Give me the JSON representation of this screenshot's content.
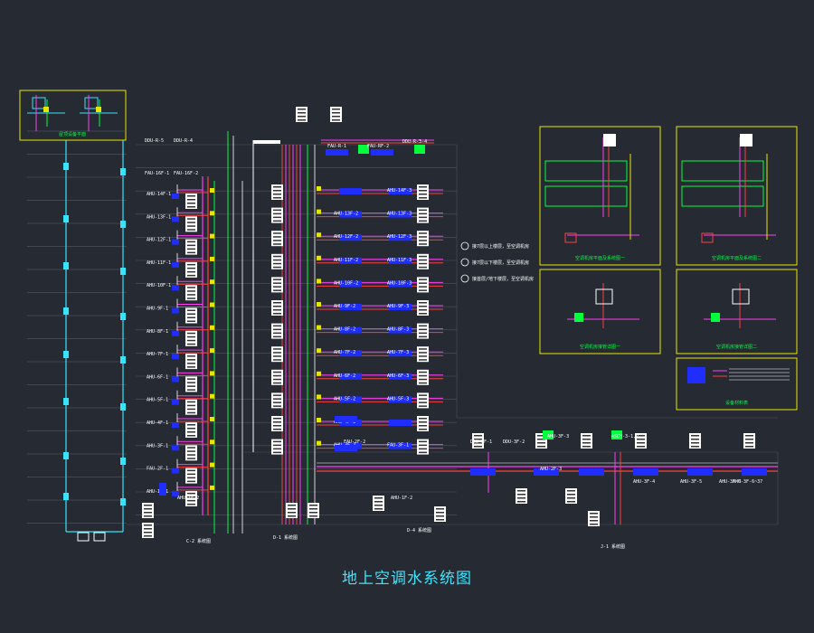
{
  "drawing_title": "地上空调水系统图",
  "colors": {
    "background": "#252a33",
    "chilled_supply": "#ff3df5",
    "chilled_return": "#ff4040",
    "condensate": "#00ff3c",
    "cyan_pipe": "#35e4ff",
    "unit_block": "#1f2dff",
    "frame": "#e6e600",
    "white": "#ffffff"
  },
  "top_labels": [
    "DDU-R-5",
    "DDU-R-4",
    "FAU-16F-1",
    "FAU-16F-2",
    "FAU-R-1",
    "FAU-RF-2",
    "DDU-R-3-4"
  ],
  "left_riser": {
    "units": [
      {
        "label": "AHU-14F-1"
      },
      {
        "label": "AHU-13F-1"
      },
      {
        "label": "AHU-12F-1"
      },
      {
        "label": "AHU-11F-1"
      },
      {
        "label": "AHU-10F-1"
      },
      {
        "label": "AHU-9F-1"
      },
      {
        "label": "AHU-8F-1"
      },
      {
        "label": "AHU-7F-1"
      },
      {
        "label": "AHU-6F-1"
      },
      {
        "label": "AHU-5F-1"
      },
      {
        "label": "AHU-4F-1"
      },
      {
        "label": "AHU-3F-1"
      },
      {
        "label": "FAU-2F-1"
      },
      {
        "label": "AHU-1F-1"
      }
    ],
    "bottom_labels": [
      "AHU-1F-2",
      "C-2 系统图"
    ]
  },
  "right_riser": {
    "units": [
      {
        "left": "",
        "right": "AHU-14F-3"
      },
      {
        "left": "AHU-13F-2",
        "right": "AHU-13F-3"
      },
      {
        "left": "AHU-12F-2",
        "right": "AHU-12F-3"
      },
      {
        "left": "AHU-11F-2",
        "right": "AHU-11F-3"
      },
      {
        "left": "AHU-10F-2",
        "right": "AHU-10F-3"
      },
      {
        "left": "AHU-9F-2",
        "right": "AHU-9F-3"
      },
      {
        "left": "AHU-8F-2",
        "right": "AHU-8F-3"
      },
      {
        "left": "AHU-7F-2",
        "right": "AHU-7F-3"
      },
      {
        "left": "AHU-6F-2",
        "right": "AHU-6F-3"
      },
      {
        "left": "AHU-5F-2",
        "right": "AHU-5F-3"
      },
      {
        "left": "AHU-4F-3",
        "right": ""
      },
      {
        "left": "AHU-3F-2",
        "right": "FAU-3F-1"
      }
    ],
    "bottom_labels": [
      "D-1 系统图",
      "D-4 系统图"
    ]
  },
  "legend": [
    "接7层以上楼层，至空调机房",
    "接7层以下楼层，至空调机房",
    "接首层/地下楼层，至空调机房"
  ],
  "bottom_run": {
    "labels": [
      "DDU-3F-1",
      "DDU-3F-2",
      "AHU-3F-3",
      "ASCH-3-1,2",
      "AHU-2F-3",
      "AHU-3F-4",
      "AHU-3F-5",
      "AHU-3F-6",
      "AHU-3F-6~37",
      "FAU-2F-2",
      "AHU-1F-2"
    ],
    "system_label": "J-1 系统图"
  },
  "detail_panels": [
    {
      "caption": "空调机房平面及系统图一"
    },
    {
      "caption": "空调机房平面及系统图二"
    },
    {
      "caption": "空调机房接管详图一"
    },
    {
      "caption": "空调机房接管详图二"
    },
    {
      "caption": "设备材料表"
    }
  ],
  "top_left_panel": {
    "caption": "屋顶设备平面"
  }
}
